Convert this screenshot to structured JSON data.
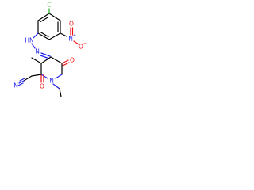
{
  "atoms": {
    "cl": "Cl",
    "nitro_n": "N",
    "nitro_n_charge": "+",
    "nitro_o_double": "O",
    "nitro_o_single": "O",
    "nitro_o_charge": "−",
    "hydrazo_nh": "HN",
    "azo_n": "N",
    "nitrile_n": "N",
    "ring_n": "N",
    "carbonyl_o_top": "O",
    "carbonyl_o_bottom": "O"
  },
  "colors": {
    "carbon": "#000000",
    "nitrogen": "#2020ee",
    "oxygen": "#ee1111",
    "chlorine": "#1fae1f"
  }
}
